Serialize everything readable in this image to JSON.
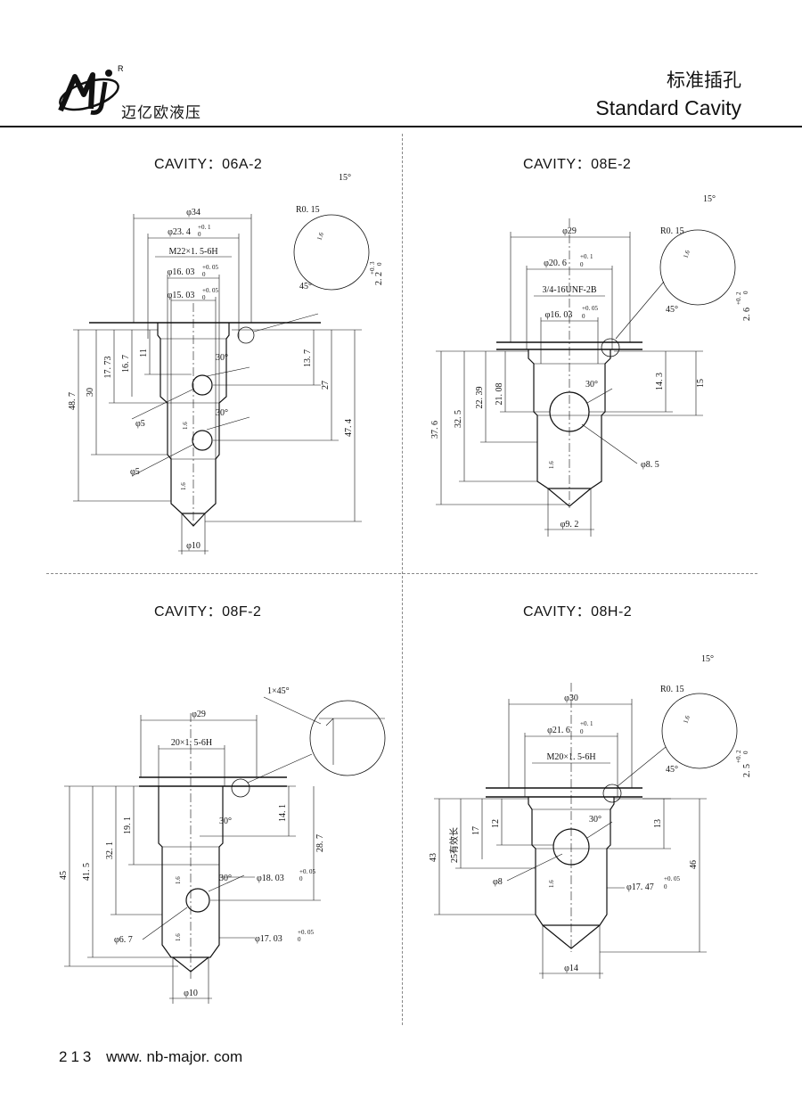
{
  "header": {
    "brand": "迈亿欧液压",
    "registered": "R",
    "title_cn": "标准插孔",
    "title_en": "Standard Cavity"
  },
  "footer": {
    "page_number": "213",
    "website": "www. nb-major. com"
  },
  "cavities": [
    {
      "title": "CAVITY：06A-2",
      "diameters": [
        "φ34",
        "φ23. 4",
        "M22×1. 5-6H",
        "φ16. 03",
        "φ15. 03"
      ],
      "tolerances": [
        "+0. 1",
        "0",
        "+0. 05",
        "0",
        "+0. 05",
        "0"
      ],
      "left_dims": [
        "48. 7",
        "30",
        "17. 73",
        "16. 7",
        "11"
      ],
      "right_dims": [
        "13. 7",
        "27",
        "47. 4"
      ],
      "holes": [
        "φ5",
        "φ5"
      ],
      "bottom": "φ10",
      "angles": [
        "30°",
        "30°"
      ],
      "roughness": [
        "1.6",
        "1.6"
      ],
      "detail": {
        "radius": "R0. 15",
        "angle_top": "15°",
        "angle_bottom": "45°",
        "roughness": "1.6",
        "depth": "2. 2",
        "tol_up": "+0. 3",
        "tol_low": "0"
      }
    },
    {
      "title": "CAVITY：08E-2",
      "diameters": [
        "φ29",
        "φ20. 6",
        "3/4-16UNF-2B",
        "φ16. 03"
      ],
      "tolerances": [
        "+0. 1",
        "0",
        "+0. 05",
        "0"
      ],
      "left_dims": [
        "37. 6",
        "32. 5",
        "22. 39",
        "21. 08"
      ],
      "right_dims": [
        "14. 3",
        "15"
      ],
      "holes": [
        "φ8. 5"
      ],
      "bottom": "φ9. 2",
      "angles": [
        "30°"
      ],
      "roughness": [
        "1.6"
      ],
      "detail": {
        "radius": "R0. 15",
        "angle_top": "15°",
        "angle_bottom": "45°",
        "roughness": "1.6",
        "depth": "2. 6",
        "tol_up": "+0. 2",
        "tol_low": "0"
      }
    },
    {
      "title": "CAVITY：08F-2",
      "diameters": [
        "φ29",
        "20×1. 5-6H"
      ],
      "tolerances": [
        "+0. 05",
        "0",
        "+0. 05",
        "0"
      ],
      "left_dims": [
        "45",
        "41. 5",
        "32. 1",
        "19. 1"
      ],
      "right_dims": [
        "14. 1",
        "28. 7"
      ],
      "holes": [
        "φ18. 03",
        "φ6. 7",
        "φ17. 03"
      ],
      "bottom": "φ10",
      "angles": [
        "30°",
        "30°"
      ],
      "roughness": [
        "1.6",
        "1.6"
      ],
      "detail": {
        "chamfer": "1×45°"
      }
    },
    {
      "title": "CAVITY：08H-2",
      "diameters": [
        "φ30",
        "φ21. 6",
        "M20×1. 5-6H"
      ],
      "tolerances": [
        "+0. 1",
        "0",
        "+0. 05",
        "0"
      ],
      "left_dims": [
        "43",
        "25有效长",
        "17",
        "12"
      ],
      "right_dims": [
        "13",
        "46"
      ],
      "holes": [
        "φ8",
        "φ17. 47"
      ],
      "bottom": "φ14",
      "angles": [
        "30°"
      ],
      "roughness": [
        "1.6"
      ],
      "detail": {
        "radius": "R0. 15",
        "angle_top": "15°",
        "angle_bottom": "45°",
        "roughness": "1.6",
        "depth": "2. 5",
        "tol_up": "+0. 2",
        "tol_low": "0"
      }
    }
  ]
}
